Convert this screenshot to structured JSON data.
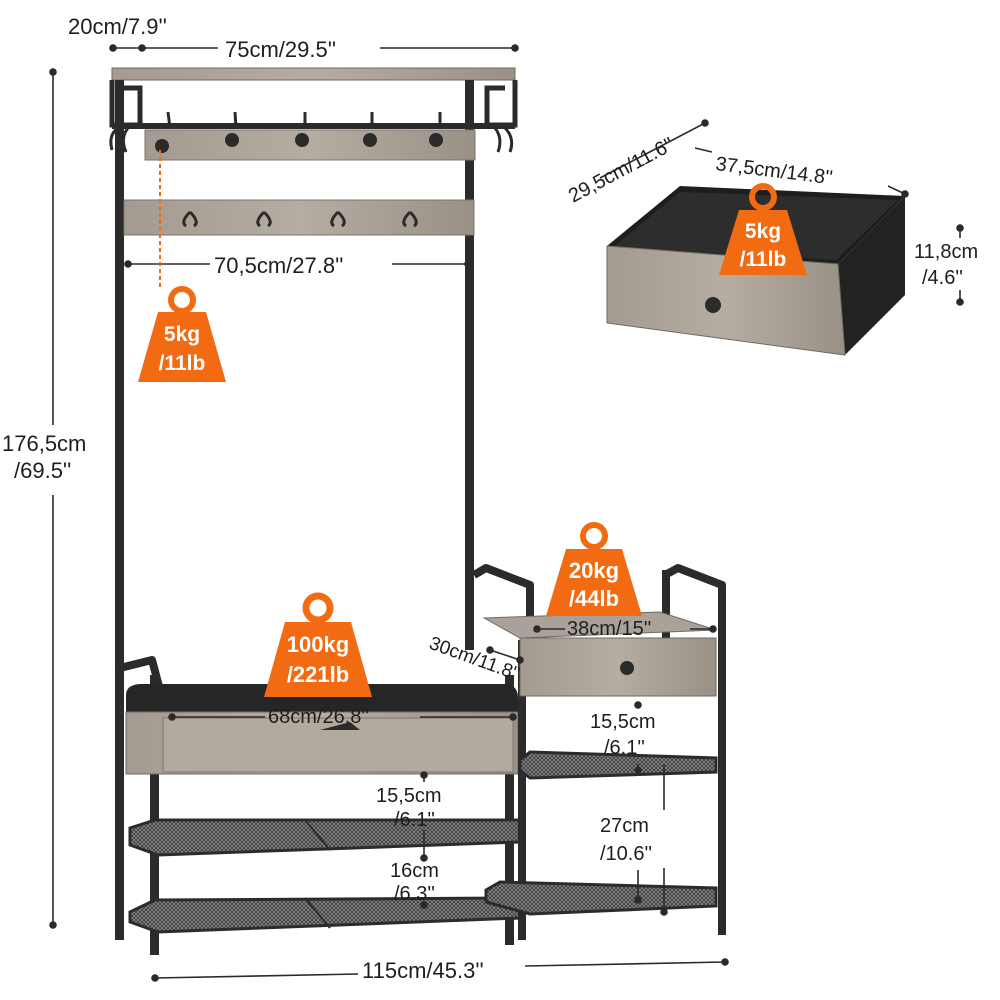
{
  "dimensions": {
    "shelf_depth": "20cm/7.9''",
    "top_width": "75cm/29.5''",
    "hook_span": "70,5cm/27.8''",
    "total_height_1": "176,5cm",
    "total_height_2": "/69.5''",
    "bench_width": "68cm/26.8''",
    "drawer_cabinet_width": "38cm/15''",
    "drawer_cabinet_depth": "30cm/11.8''",
    "bench_gap_1": "15,5cm",
    "bench_gap_2": "/6.1''",
    "bench_lower_1": "16cm",
    "bench_lower_2": "/6.3''",
    "right_gap_1": "15,5cm",
    "right_gap_2": "/6.1''",
    "right_lower_1": "27cm",
    "right_lower_2": "/10.6''",
    "total_width": "115cm/45.3''",
    "drawer_depth": "29,5cm/11.6''",
    "drawer_width": "37,5cm/14.8''",
    "drawer_height_1": "11,8cm",
    "drawer_height_2": "/4.6''"
  },
  "weights": {
    "hooks": {
      "line1": "5kg",
      "line2": "/11lb"
    },
    "drawer": {
      "line1": "5kg",
      "line2": "/11lb"
    },
    "bench": {
      "line1": "100kg",
      "line2": "/221lb"
    },
    "cabinet": {
      "line1": "20kg",
      "line2": "/44lb"
    }
  },
  "colors": {
    "frame": "#2b2b2b",
    "wood": "#9c9489",
    "wood_light": "#b3aca1",
    "badge": "#f26b12",
    "fabric": "#2a2a2a",
    "dimension_line": "#2a2a2a"
  }
}
